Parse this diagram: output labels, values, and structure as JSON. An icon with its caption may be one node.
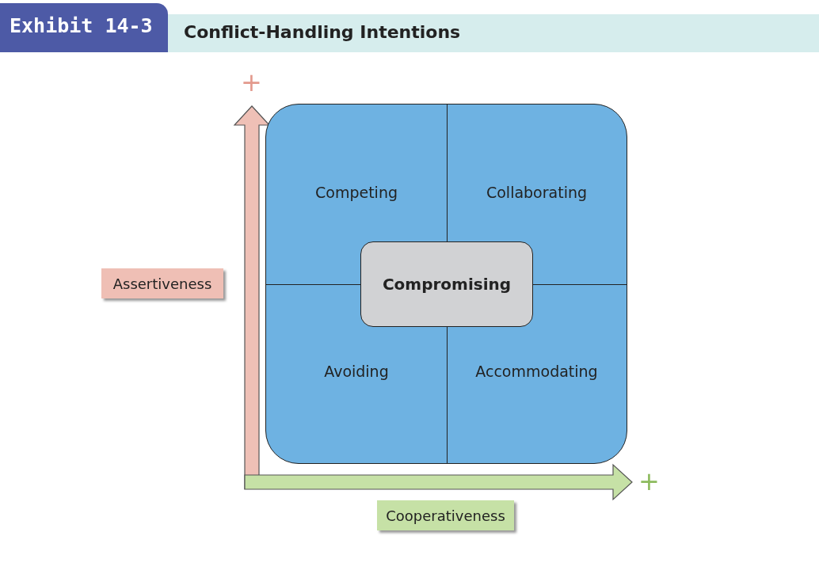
{
  "diagram": {
    "title": "Conflict-Handling Intentions",
    "nodes": [
      {
        "text": [],
        "shape": "box"
      },
      {
        "text": [
          "Competing"
        ],
        "in": 0
      },
      {
        "text": [
          "Collaborating"
        ],
        "in": 0
      },
      {
        "text": [
          "Avoiding"
        ],
        "in": 0
      },
      {
        "text": [
          "Accommodating"
        ],
        "in": 0
      },
      {
        "text": [
          "Compromising"
        ],
        "in": 0
      },
      {
        "text": [
          "Assertiveness"
        ]
      },
      {
        "text": [
          "Cooperativeness"
        ]
      }
    ],
    "edges": [],
    "labels": [
      "Exhibit 14-3",
      "+",
      "+"
    ]
  }
}
